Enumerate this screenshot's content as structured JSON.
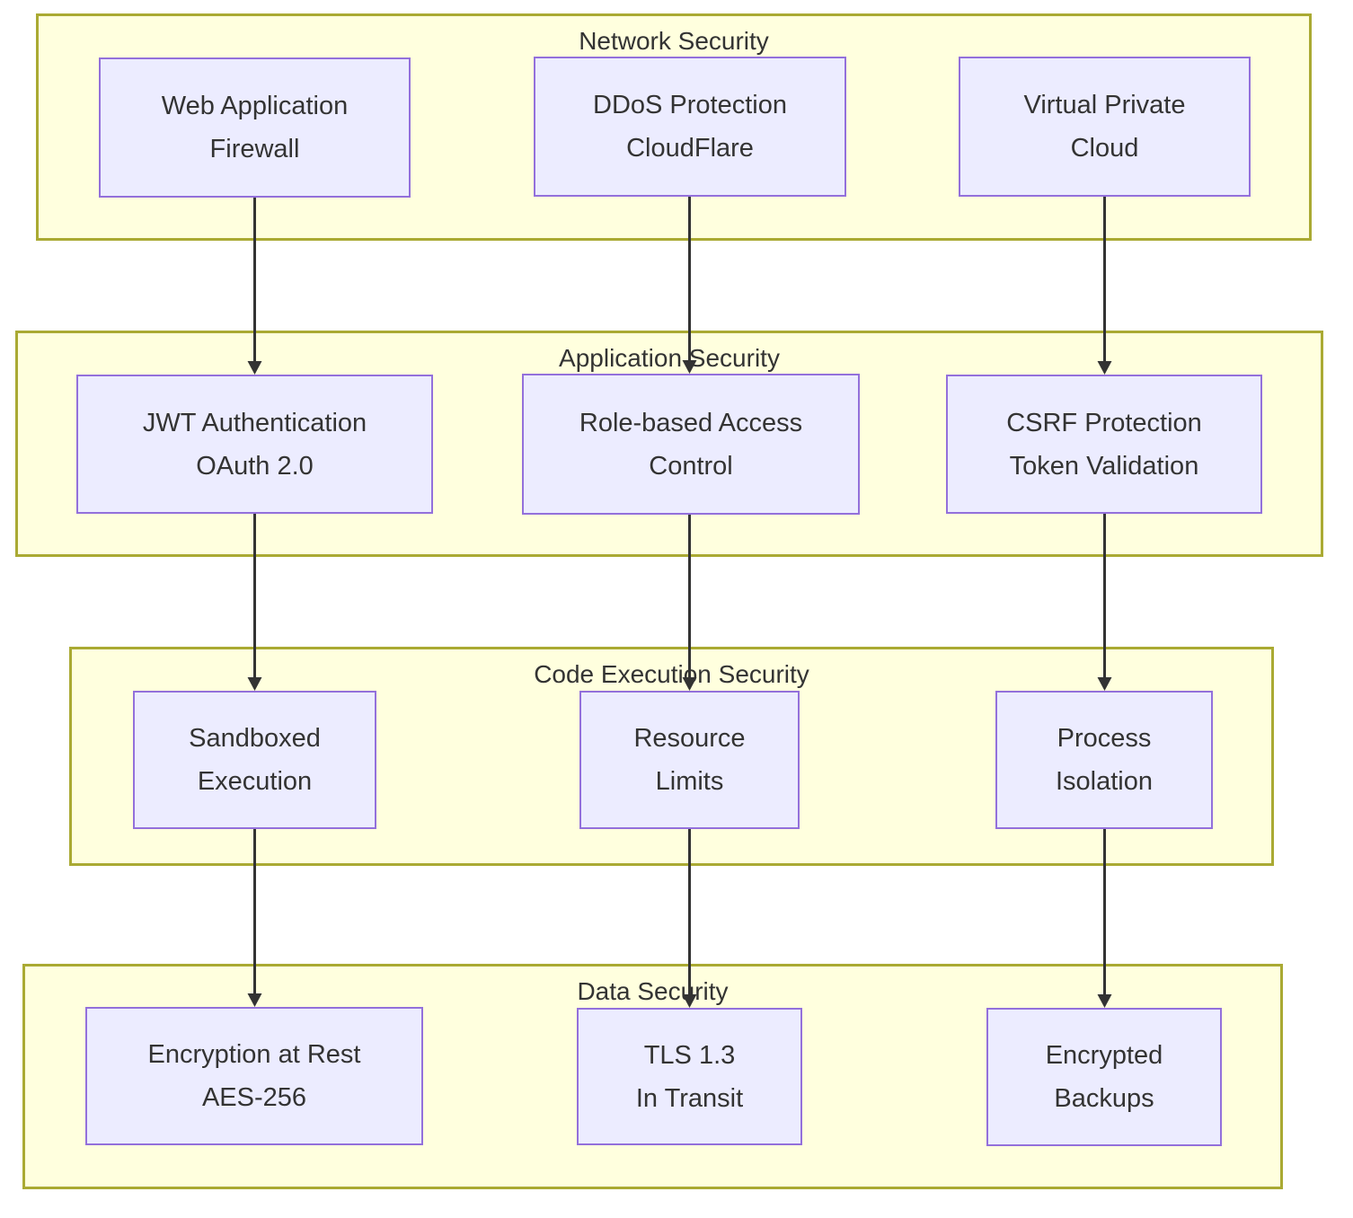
{
  "diagram": {
    "type": "flowchart",
    "background_color": "#ffffff",
    "colors": {
      "cluster_fill": "#ffffde",
      "cluster_border": "#aaaa33",
      "node_fill": "#ececff",
      "node_border": "#9370db",
      "text": "#333333",
      "arrow": "#333333"
    },
    "containers": [
      {
        "title": "Network Security",
        "nodes": [
          {
            "lines": [
              "Web Application",
              "Firewall"
            ]
          },
          {
            "lines": [
              "DDoS Protection",
              "CloudFlare"
            ]
          },
          {
            "lines": [
              "Virtual Private",
              "Cloud"
            ]
          }
        ]
      },
      {
        "title": "Application Security",
        "nodes": [
          {
            "lines": [
              "JWT Authentication",
              "OAuth 2.0"
            ]
          },
          {
            "lines": [
              "Role-based Access",
              "Control"
            ]
          },
          {
            "lines": [
              "CSRF Protection",
              "Token Validation"
            ]
          }
        ]
      },
      {
        "title": "Code Execution Security",
        "nodes": [
          {
            "lines": [
              "Sandboxed",
              "Execution"
            ]
          },
          {
            "lines": [
              "Resource",
              "Limits"
            ]
          },
          {
            "lines": [
              "Process",
              "Isolation"
            ]
          }
        ]
      },
      {
        "title": "Data Security",
        "nodes": [
          {
            "lines": [
              "Encryption at Rest",
              "AES-256"
            ]
          },
          {
            "lines": [
              "TLS 1.3",
              "In Transit"
            ]
          },
          {
            "lines": [
              "Encrypted",
              "Backups"
            ]
          }
        ]
      }
    ],
    "edges": [
      {
        "from": "Web Application Firewall",
        "to": "JWT Authentication OAuth 2.0"
      },
      {
        "from": "DDoS Protection CloudFlare",
        "to": "Role-based Access Control"
      },
      {
        "from": "Virtual Private Cloud",
        "to": "CSRF Protection Token Validation"
      },
      {
        "from": "JWT Authentication OAuth 2.0",
        "to": "Sandboxed Execution"
      },
      {
        "from": "Role-based Access Control",
        "to": "Resource Limits"
      },
      {
        "from": "CSRF Protection Token Validation",
        "to": "Process Isolation"
      },
      {
        "from": "Sandboxed Execution",
        "to": "Encryption at Rest AES-256"
      },
      {
        "from": "Resource Limits",
        "to": "TLS 1.3 In Transit"
      },
      {
        "from": "Process Isolation",
        "to": "Encrypted Backups"
      }
    ]
  }
}
